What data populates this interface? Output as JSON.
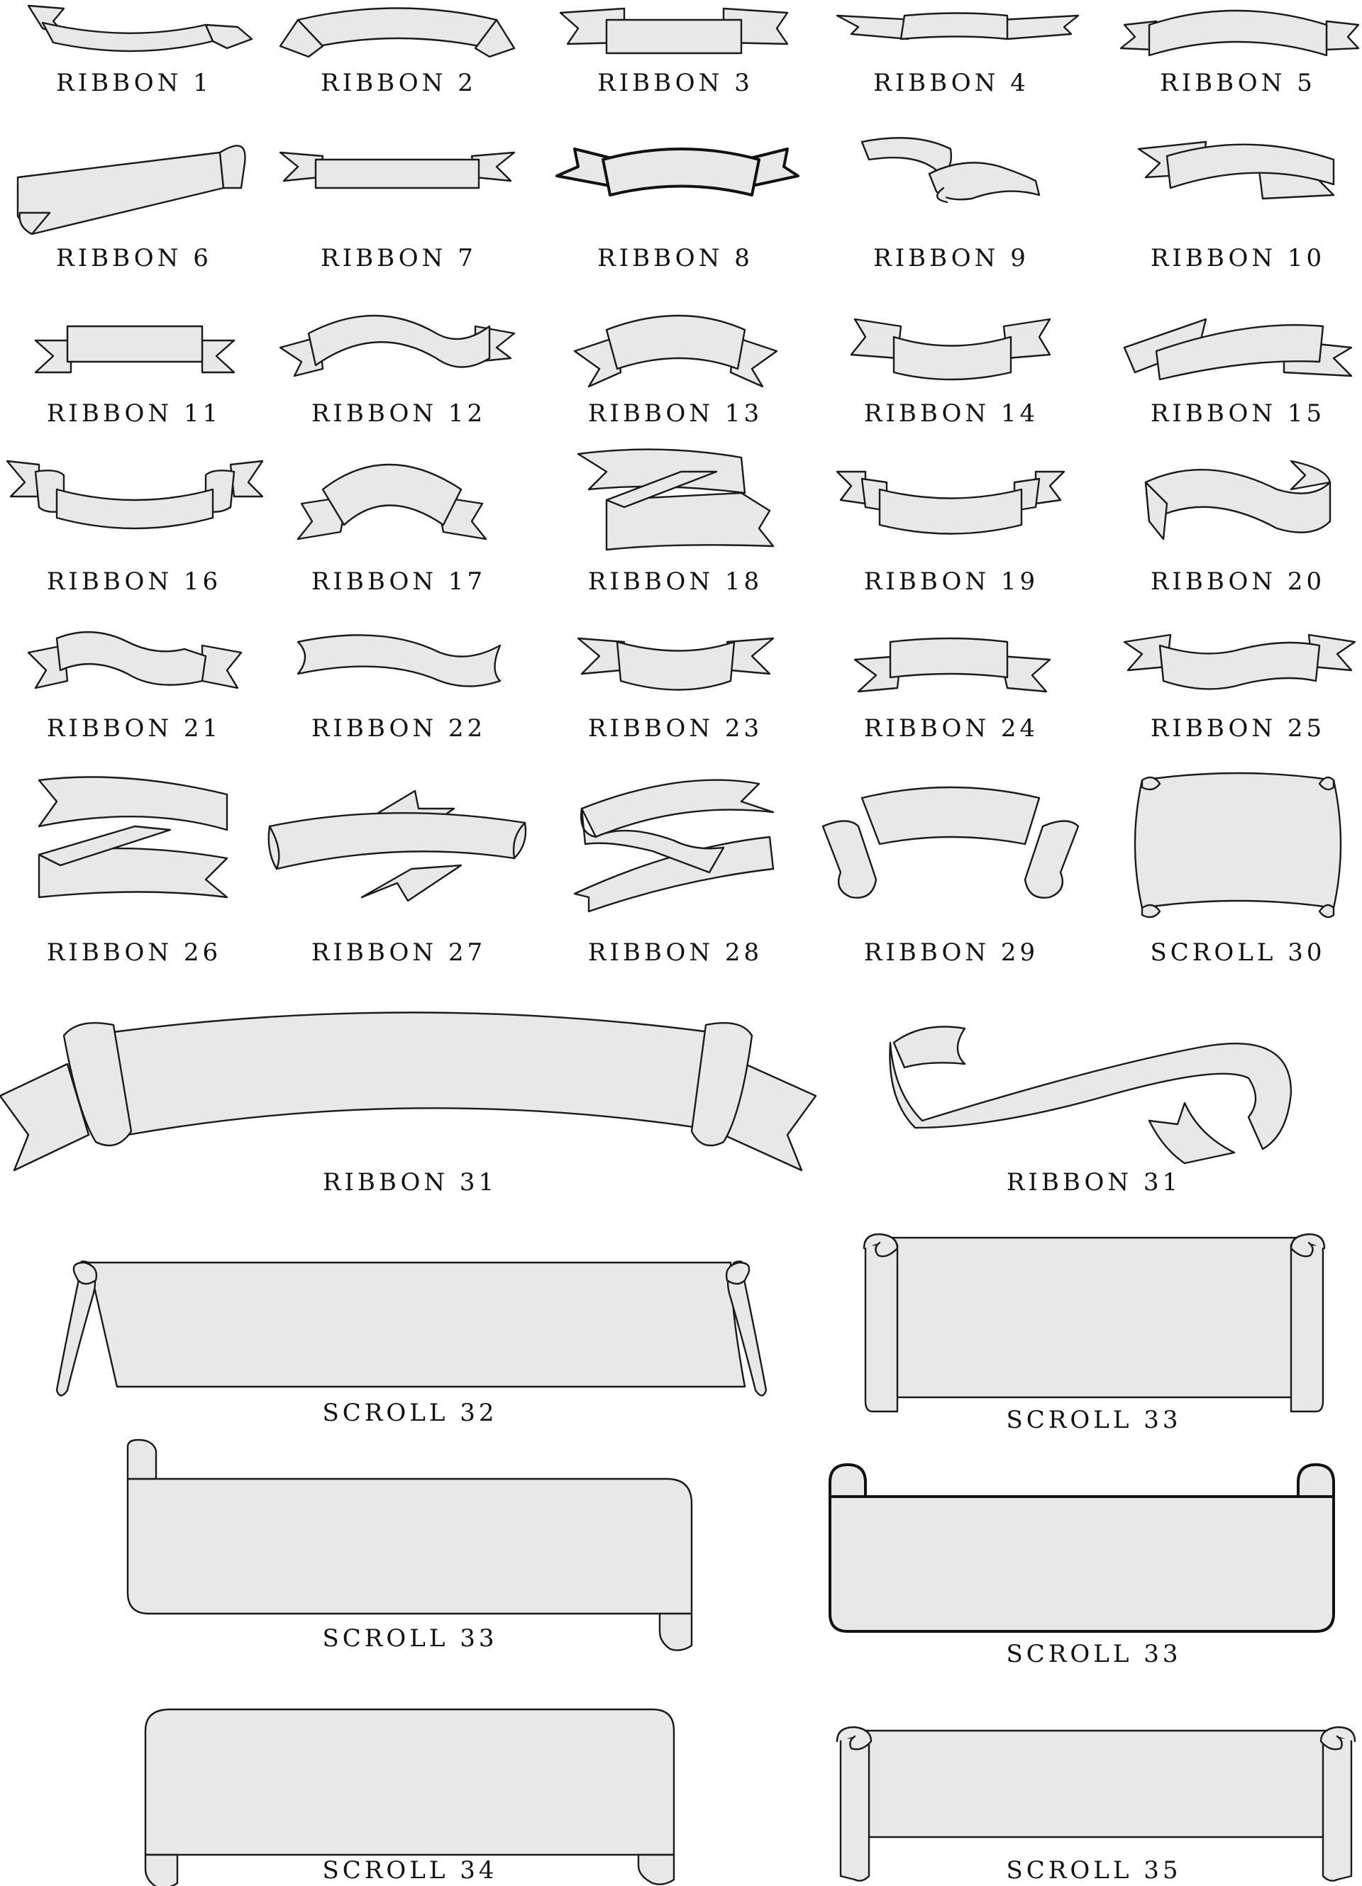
{
  "colors": {
    "fill": "#e8e8e8",
    "stroke": "#1a1a1a",
    "background": "#ffffff",
    "text": "#111111"
  },
  "labels": [
    "RIBBON 1",
    "RIBBON 2",
    "RIBBON 3",
    "RIBBON 4",
    "RIBBON 5",
    "RIBBON 6",
    "RIBBON 7",
    "RIBBON 8",
    "RIBBON 9",
    "RIBBON 10",
    "RIBBON 11",
    "RIBBON 12",
    "RIBBON 13",
    "RIBBON 14",
    "RIBBON 15",
    "RIBBON 16",
    "RIBBON 17",
    "RIBBON 18",
    "RIBBON 19",
    "RIBBON 20",
    "RIBBON 21",
    "RIBBON 22",
    "RIBBON 23",
    "RIBBON 24",
    "RIBBON 25",
    "RIBBON 26",
    "RIBBON 27",
    "RIBBON 28",
    "RIBBON 29",
    "SCROLL 30",
    "RIBBON 31",
    "RIBBON 31",
    "SCROLL 32",
    "SCROLL 33",
    "SCROLL 33",
    "SCROLL 33",
    "SCROLL 34",
    "SCROLL 35"
  ]
}
